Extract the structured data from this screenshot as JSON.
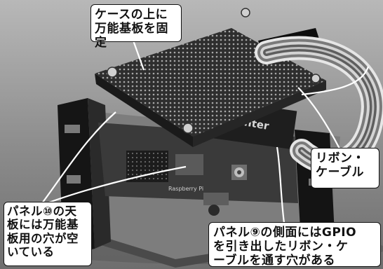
{
  "callouts": {
    "top": "ケースの上に\n万能基板を固定",
    "ribbon": "リボン・\nケーブル",
    "left": "パネル⑩の天\n板には万能基\n板用の穴が空\nいている",
    "right": "パネル⑨の側面にはGPIO\nを引き出したリボン・ケ\nーブルを通す穴がある"
  },
  "photo": {
    "logo_text": "Inter",
    "board_label": "Raspberry Pi"
  }
}
